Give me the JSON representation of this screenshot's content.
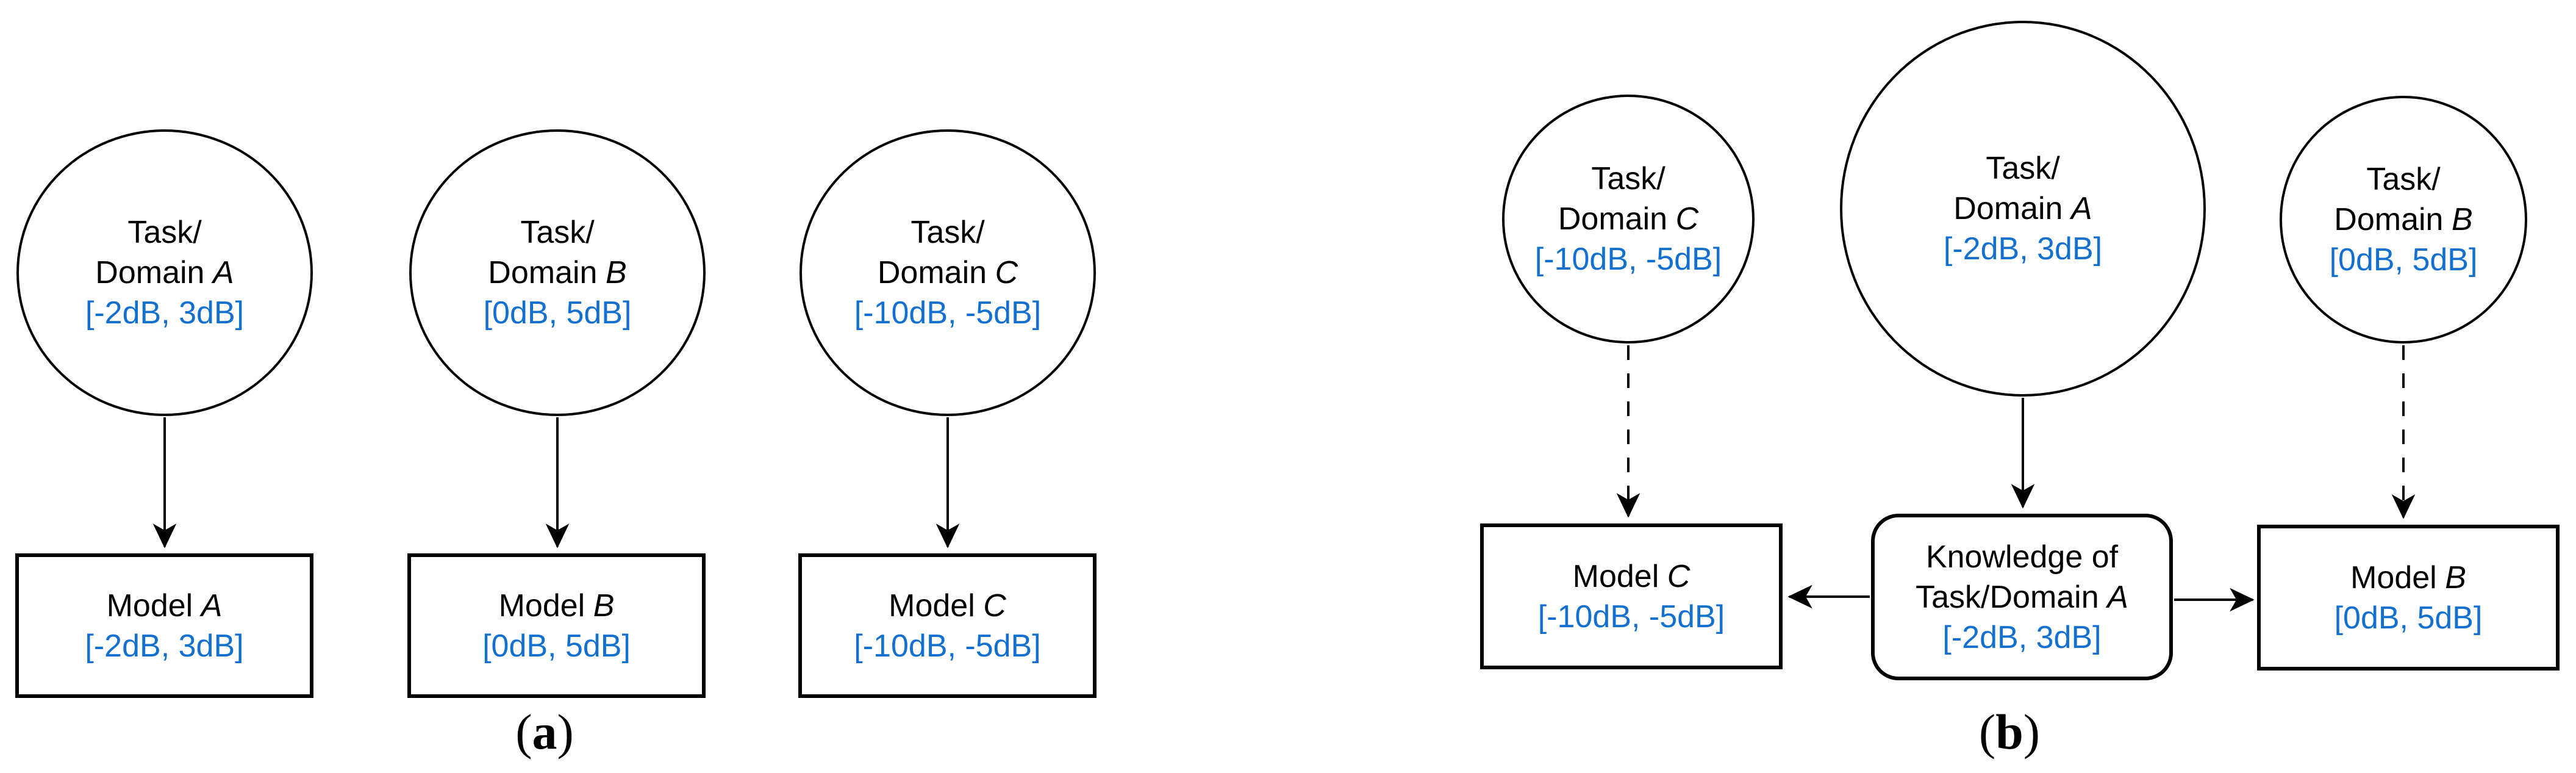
{
  "colors": {
    "accent_range_text": "#1470CE",
    "stroke": "#000000",
    "background": "#FFFFFF"
  },
  "panel_a": {
    "caption": {
      "open": "(",
      "letter": "a",
      "close": ")"
    },
    "tasks": [
      {
        "line1": "Task/",
        "line2_prefix": "Domain",
        "letter": "A",
        "range": "[-2dB, 3dB]"
      },
      {
        "line1": "Task/",
        "line2_prefix": "Domain",
        "letter": "B",
        "range": "[0dB, 5dB]"
      },
      {
        "line1": "Task/",
        "line2_prefix": "Domain",
        "letter": "C",
        "range": "[-10dB, -5dB]"
      }
    ],
    "models": [
      {
        "prefix": "Model",
        "letter": "A",
        "range": "[-2dB, 3dB]"
      },
      {
        "prefix": "Model",
        "letter": "B",
        "range": "[0dB, 5dB]"
      },
      {
        "prefix": "Model",
        "letter": "C",
        "range": "[-10dB, -5dB]"
      }
    ]
  },
  "panel_b": {
    "caption": {
      "open": "(",
      "letter": "b",
      "close": ")"
    },
    "tasks": [
      {
        "line1": "Task/",
        "line2_prefix": "Domain",
        "letter": "C",
        "range": "[-10dB, -5dB]"
      },
      {
        "line1": "Task/",
        "line2_prefix": "Domain",
        "letter": "A",
        "range": "[-2dB, 3dB]"
      },
      {
        "line1": "Task/",
        "line2_prefix": "Domain",
        "letter": "B",
        "range": "[0dB, 5dB]"
      }
    ],
    "knowledge": {
      "line1": "Knowledge of",
      "line2_prefix": "Task/Domain",
      "letter": "A",
      "range": "[-2dB, 3dB]"
    },
    "models": [
      {
        "prefix": "Model",
        "letter": "C",
        "range": "[-10dB, -5dB]"
      },
      {
        "prefix": "Model",
        "letter": "B",
        "range": "[0dB, 5dB]"
      }
    ]
  }
}
